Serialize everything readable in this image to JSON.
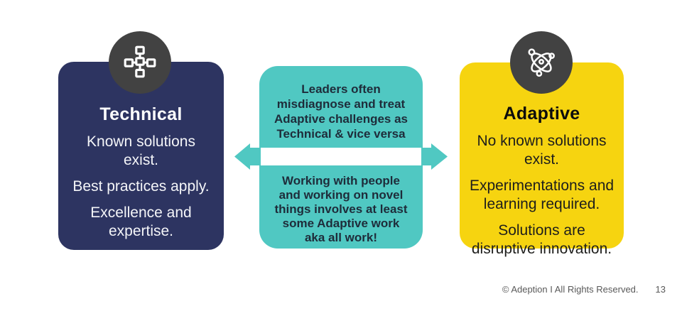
{
  "slide": {
    "footer": {
      "copyright": "© Adeption I All Rights Reserved.",
      "page_number": "13"
    }
  },
  "colors": {
    "card_navy": "#2d3461",
    "card_teal": "#50c8c2",
    "card_yellow": "#f6d410",
    "icon_circle": "#424242",
    "teal_text": "#1e2c3a",
    "footer_text": "#595959"
  },
  "left_card": {
    "icon": "org-chart-icon",
    "title": "Technical",
    "points": [
      "Known solutions\nexist.",
      "Best practices apply.",
      "Excellence and\nexpertise."
    ]
  },
  "center_card": {
    "top_text": "Leaders often\nmisdiagnose and treat\nAdaptive challenges as\nTechnical & vice versa",
    "bottom_text": "Working with people\nand working on novel\nthings involves at least\nsome Adaptive work\naka all work!"
  },
  "right_card": {
    "icon": "atom-icon",
    "title": "Adaptive",
    "points": [
      "No known solutions\nexist.",
      "Experimentations and\nlearning required.",
      "Solutions are\ndisruptive innovation."
    ]
  }
}
